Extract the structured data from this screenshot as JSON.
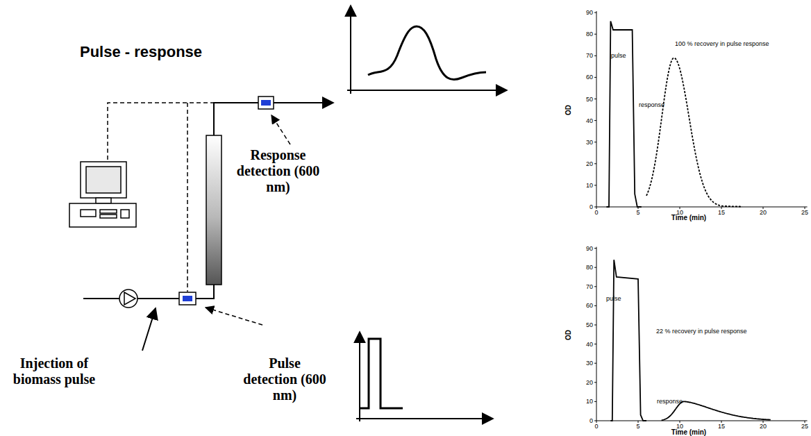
{
  "diagram": {
    "title": "Pulse - response",
    "labels": [
      "Response detection (600 nm)",
      "Injection of biomass pulse",
      "Pulse detection (600 nm)",
      "0",
      "10",
      "20",
      "30",
      "40",
      "50",
      "60",
      "70",
      "80",
      "90",
      "0",
      "5",
      "10",
      "15",
      "20",
      "25",
      "OD",
      "Time (min)",
      "pulse",
      "response",
      "100 % recovery in pulse response",
      "0",
      "10",
      "20",
      "30",
      "40",
      "50",
      "60",
      "70",
      "80",
      "90",
      "0",
      "5",
      "10",
      "15",
      "20",
      "25",
      "OD",
      "Time (min)",
      "pulse",
      "response",
      "22 % recovery in pulse response"
    ]
  }
}
